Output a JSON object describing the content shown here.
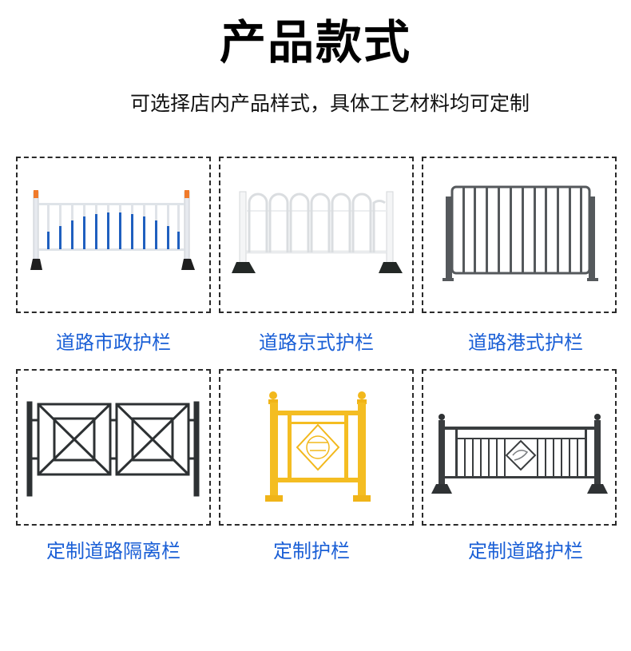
{
  "header": {
    "title": "产品款式",
    "subtitle": "可选择店内产品样式，具体工艺材料均可定制"
  },
  "colors": {
    "label": "#1a5fd6",
    "border": "#2a2a2a",
    "yellow": "#f2b81c",
    "dark": "#3a3d3f",
    "blue_bar": "#1f5fbf",
    "orange_cap": "#f07a2a"
  },
  "products": [
    {
      "label": "道路市政护栏",
      "icon": "municipal-fence-image"
    },
    {
      "label": "道路京式护栏",
      "icon": "beijing-style-fence-image"
    },
    {
      "label": "道路港式护栏",
      "icon": "hongkong-style-fence-image"
    },
    {
      "label": "定制道路隔离栏",
      "icon": "custom-isolation-fence-image"
    },
    {
      "label": "定制护栏",
      "icon": "custom-yellow-fence-image"
    },
    {
      "label": "定制道路护栏",
      "icon": "custom-road-fence-image"
    }
  ]
}
